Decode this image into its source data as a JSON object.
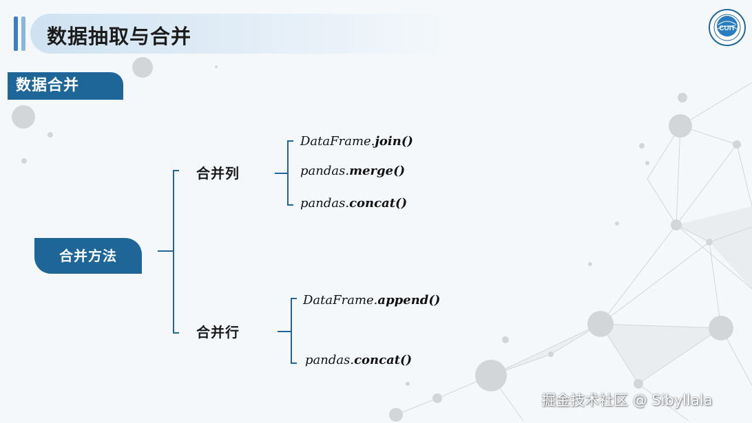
{
  "header": {
    "title": "数据抽取与合并",
    "bar_colors": [
      "#3b7fc0",
      "#8ab6dc"
    ]
  },
  "logo": {
    "text": "CUIT",
    "icon": "university-seal-icon"
  },
  "section_tab": {
    "label": "数据合并",
    "color": "#1f6698"
  },
  "diagram": {
    "root": "合并方法",
    "branches": [
      {
        "label": "合并列",
        "methods": [
          {
            "prefix": "DataFrame.",
            "name": "join()"
          },
          {
            "prefix": "pandas.",
            "name": "merge()"
          },
          {
            "prefix": "pandas.",
            "name": "concat()"
          }
        ]
      },
      {
        "label": "合并行",
        "methods": [
          {
            "prefix": "DataFrame.",
            "name": "append()"
          },
          {
            "prefix": "pandas.",
            "name": "concat()"
          }
        ]
      }
    ],
    "line_color": "#1f6698"
  },
  "watermark": {
    "text": "掘金技术社区 @ Sibyllala"
  }
}
